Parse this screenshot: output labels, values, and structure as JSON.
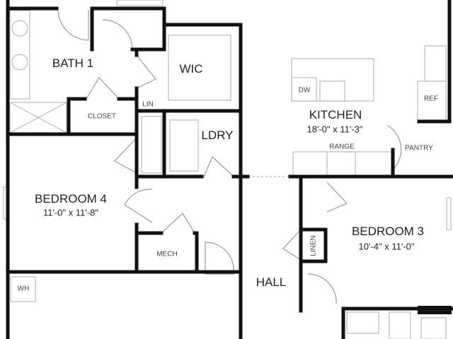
{
  "rooms": {
    "bath1": {
      "name": "BATH 1"
    },
    "wic": {
      "name": "WIC"
    },
    "lin": {
      "name": "LIN"
    },
    "closet": {
      "name": "CLOSET"
    },
    "ldry": {
      "name": "LDRY"
    },
    "kitchen": {
      "name": "KITCHEN",
      "size": "18'-0\" x 11'-3\""
    },
    "bedroom4": {
      "name": "BEDROOM 4",
      "size": "11'-0\" x 11'-8\""
    },
    "bedroom3": {
      "name": "BEDROOM 3",
      "size": "10'-4\" x 11'-0\""
    },
    "mech": {
      "name": "MECH"
    },
    "pantry": {
      "name": "PANTRY"
    },
    "linen": {
      "name": "LINEN"
    },
    "hall": {
      "name": "HALL"
    }
  },
  "fixtures": {
    "dw": "DW",
    "ref": "REF",
    "range": "RANGE",
    "wh": "WH"
  }
}
